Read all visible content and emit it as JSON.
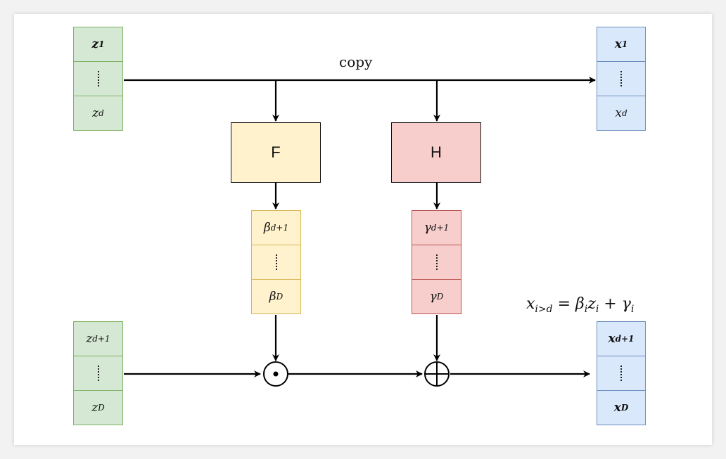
{
  "diagram": {
    "copy_label": "copy",
    "equation": {
      "lhs": "x",
      "lhs_sub": "i>d",
      "rhs": "= β",
      "rhs_sub1": "i",
      "mid": "z",
      "mid_sub": "i",
      "plus": " + γ",
      "plus_sub": "i"
    },
    "z_top": {
      "first": "z",
      "first_sub": "1",
      "last": "z",
      "last_sub": "d"
    },
    "z_bottom": {
      "first": "z",
      "first_sub": "d+1",
      "last": "z",
      "last_sub": "D"
    },
    "x_top": {
      "first": "x",
      "first_sub": "1",
      "last": "x",
      "last_sub": "d"
    },
    "x_bottom": {
      "first": "x",
      "first_sub": "d+1",
      "last": "x",
      "last_sub": "D"
    },
    "beta": {
      "first": "β",
      "first_sub": "d+1",
      "last": "β",
      "last_sub": "D"
    },
    "gamma": {
      "first": "γ",
      "first_sub": "d+1",
      "last": "γ",
      "last_sub": "D"
    },
    "func_f": "F",
    "func_h": "H",
    "colors": {
      "green_fill": "#d5e8d4",
      "green_stroke": "#82b366",
      "blue_fill": "#dae8fc",
      "blue_stroke": "#6c8ebf",
      "yellow_fill": "#fff2cc",
      "yellow_stroke": "#d6b656",
      "red_fill": "#f8cecc",
      "red_stroke": "#b85450"
    }
  }
}
